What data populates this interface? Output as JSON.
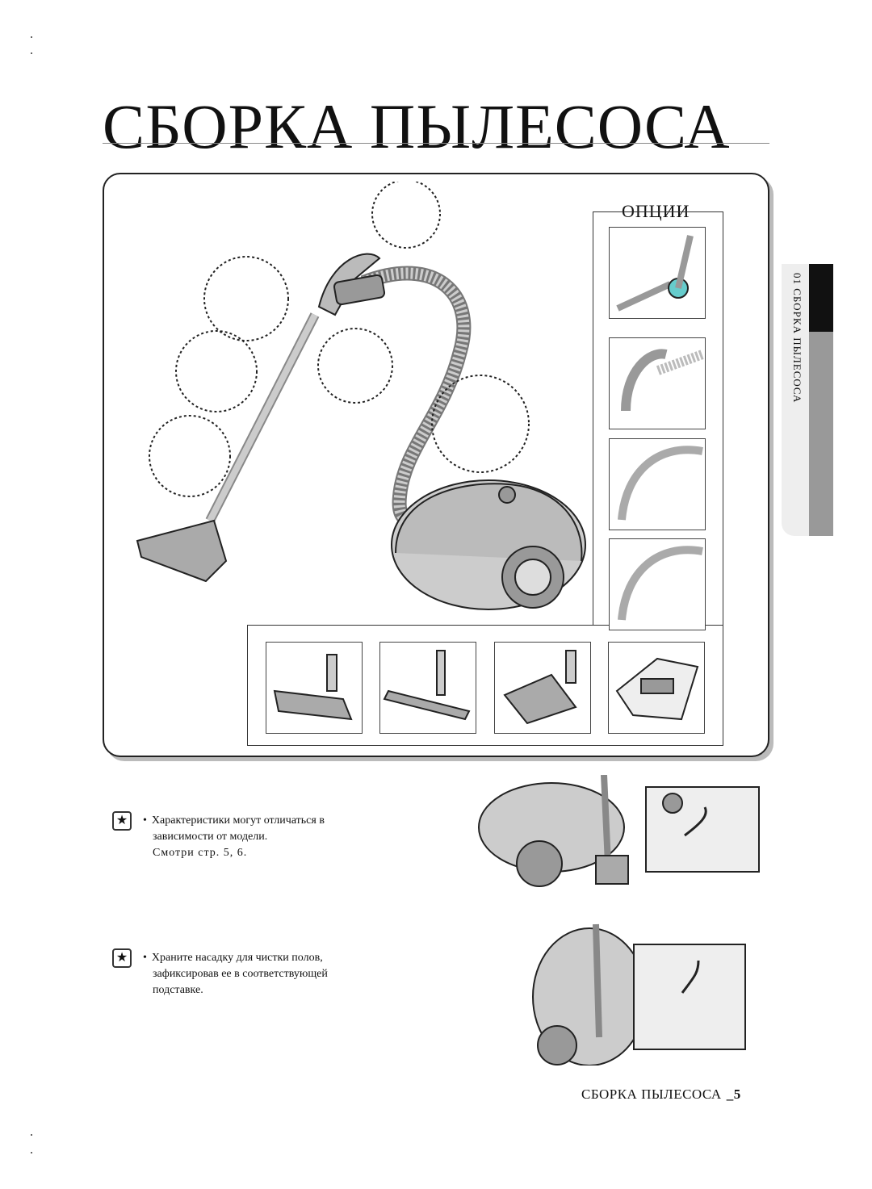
{
  "page": {
    "title": "СБОРКА ПЫЛЕСОСА",
    "options_label": "ОПЦИИ",
    "side_tab": "01 СБОРКА ПЫЛЕСОСА",
    "notes": [
      {
        "lines": [
          "Характеристики могут отличаться в",
          "зависимости от модели."
        ],
        "ref": "Смотри  стр. 5, 6."
      },
      {
        "lines": [
          "Храните насадку для чистки полов,",
          "зафиксировав ее в соответствующей",
          "подставке."
        ],
        "ref": ""
      }
    ],
    "footer_text": "СБОРКА ПЫЛЕСОСА",
    "page_number": "_5"
  }
}
